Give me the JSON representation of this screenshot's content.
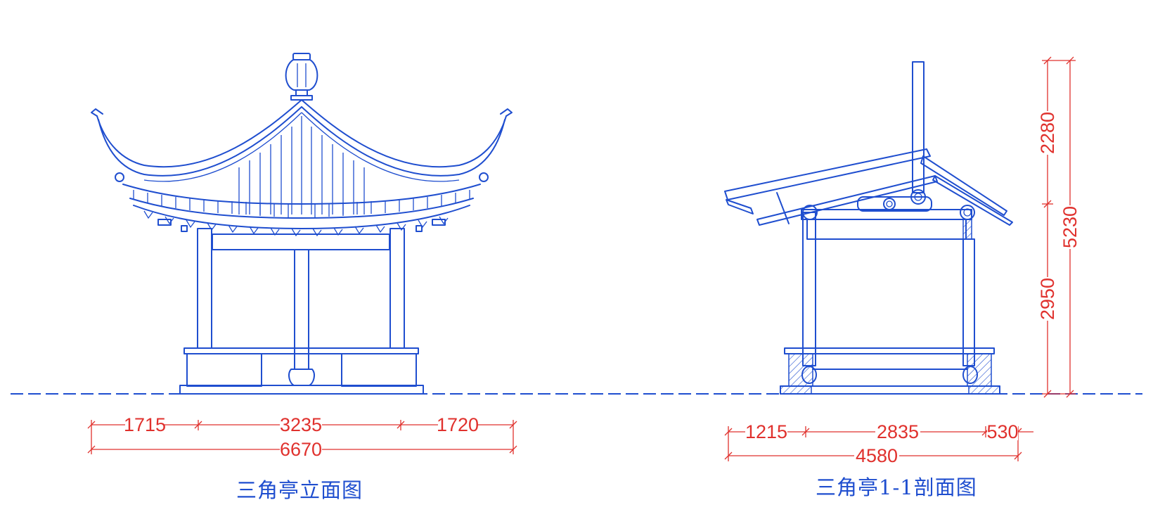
{
  "elevation": {
    "title": "三角亭立面图",
    "dims": {
      "left": "1715",
      "middle": "3235",
      "right": "1720",
      "total": "6670"
    }
  },
  "section": {
    "title": "三角亭1-1剖面图",
    "dims": {
      "left": "1215",
      "middle": "2835",
      "right": "530",
      "total": "4580"
    },
    "vertical_dims": {
      "upper": "2280",
      "lower": "2950",
      "total": "5230"
    }
  },
  "colors": {
    "outline": "#1f4ecf",
    "dimension": "#e0312d",
    "background": "#ffffff"
  }
}
